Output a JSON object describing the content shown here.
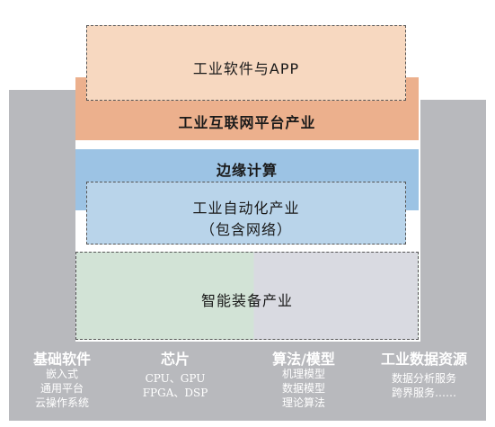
{
  "layers": {
    "software_app": "工业软件与APP",
    "internet_platform": "工业互联网平台产业",
    "edge_computing": "边缘计算",
    "automation_line1": "工业自动化产业",
    "automation_line2": "（包含网络）",
    "smart_equipment": "智能装备产业"
  },
  "foundations": [
    {
      "title": "基础软件",
      "items": [
        "嵌入式",
        "通用平台",
        "云操作系统"
      ]
    },
    {
      "title": "芯片",
      "items": [
        "CPU、GPU",
        "FPGA、DSP"
      ]
    },
    {
      "title": "算法/模型",
      "items": [
        "机理模型",
        "数据模型",
        "理论算法"
      ]
    },
    {
      "title": "工业数据资源",
      "items": [
        "数据分析服务",
        "跨界服务……"
      ]
    }
  ],
  "colors": {
    "gray_base": "#b8b9bd",
    "platform": "#ecb08d",
    "software_app": "#f7d8c0",
    "edge": "#9cc3e4",
    "automation": "#b9d4ea",
    "equipment_left": "#d2e3d6",
    "equipment_right": "#d9dae1"
  }
}
